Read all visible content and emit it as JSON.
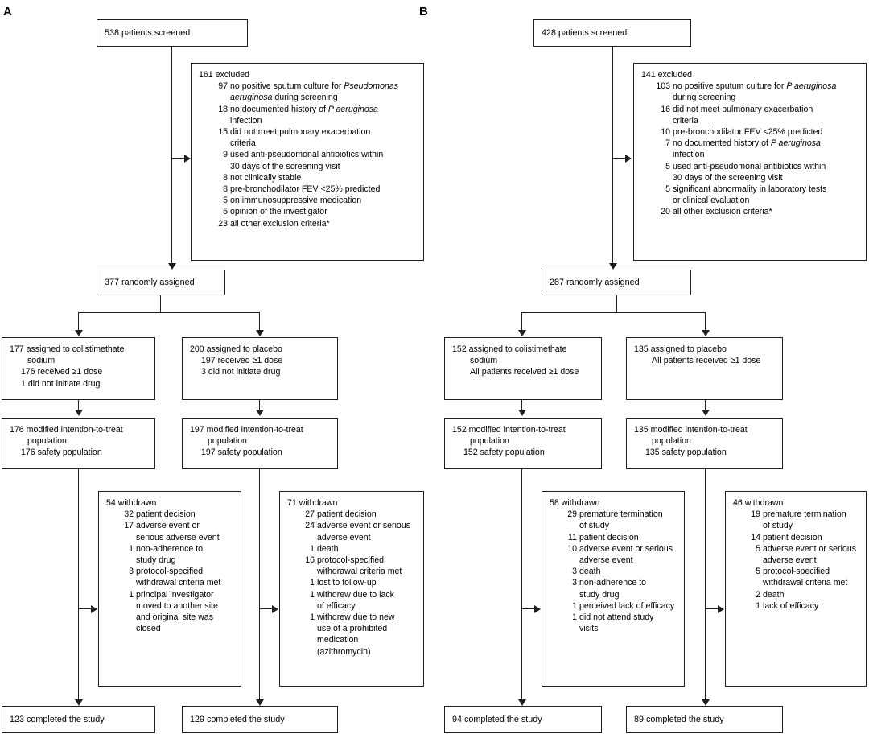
{
  "panels": [
    {
      "label": "A",
      "screened": {
        "text": "538 patients screened"
      },
      "excluded": {
        "header": "161 excluded",
        "items": [
          {
            "n": "97",
            "lines": [
              "no positive sputum culture for Pseudomonas",
              "aeruginosa during screening"
            ],
            "italic_words": [
              "Pseudomonas",
              "aeruginosa"
            ]
          },
          {
            "n": "18",
            "lines": [
              "no documented history of P aeruginosa",
              "infection"
            ],
            "italic_words": [
              "P aeruginosa"
            ]
          },
          {
            "n": "15",
            "lines": [
              "did not meet pulmonary exacerbation",
              "criteria"
            ]
          },
          {
            "n": "9",
            "lines": [
              "used anti-pseudomonal antibiotics within",
              "30 days of the screening visit"
            ]
          },
          {
            "n": "8",
            "lines": [
              "not clinically stable"
            ]
          },
          {
            "n": "8",
            "lines": [
              "pre-bronchodilator FEV <25% predicted"
            ]
          },
          {
            "n": "5",
            "lines": [
              "on immunosuppressive medication"
            ]
          },
          {
            "n": "5",
            "lines": [
              "opinion of the investigator"
            ]
          },
          {
            "n": "23",
            "lines": [
              "all other exclusion criteria*"
            ]
          }
        ]
      },
      "randomised": {
        "text": "377 randomly assigned"
      },
      "arms": [
        {
          "assigned": [
            "177 assigned to colistimethate",
            "sodium",
            "176 received ≥1 dose",
            "1 did not initiate drug"
          ],
          "mitt": [
            "176 modified intention-to-treat",
            "population",
            "176 safety population"
          ],
          "withdrawn_header": "54 withdrawn",
          "withdrawn_items": [
            {
              "n": "32",
              "lines": [
                "patient decision"
              ]
            },
            {
              "n": "17",
              "lines": [
                "adverse event or",
                "serious adverse event"
              ]
            },
            {
              "n": "1",
              "lines": [
                "non-adherence to",
                "study drug"
              ]
            },
            {
              "n": "3",
              "lines": [
                "protocol-specified",
                "withdrawal criteria met"
              ]
            },
            {
              "n": "1",
              "lines": [
                "principal investigator",
                "moved to another site",
                "and original site was",
                "closed"
              ]
            }
          ],
          "completed": "123 completed the study"
        },
        {
          "assigned": [
            "200 assigned to placebo",
            "197 received ≥1 dose",
            "3 did not initiate drug"
          ],
          "mitt": [
            "197 modified intention-to-treat",
            "population",
            "197 safety population"
          ],
          "withdrawn_header": "71 withdrawn",
          "withdrawn_items": [
            {
              "n": "27",
              "lines": [
                "patient decision"
              ]
            },
            {
              "n": "24",
              "lines": [
                "adverse event or serious",
                "adverse event"
              ]
            },
            {
              "n": "1",
              "lines": [
                "death"
              ]
            },
            {
              "n": "16",
              "lines": [
                "protocol-specified",
                "withdrawal criteria met"
              ]
            },
            {
              "n": "1",
              "lines": [
                "lost to follow-up"
              ]
            },
            {
              "n": "1",
              "lines": [
                "withdrew due to lack",
                "of efficacy"
              ]
            },
            {
              "n": "1",
              "lines": [
                "withdrew due to new",
                "use of a prohibited",
                "medication",
                "(azithromycin)"
              ]
            }
          ],
          "completed": "129 completed the study"
        }
      ]
    },
    {
      "label": "B",
      "screened": {
        "text": "428 patients screened"
      },
      "excluded": {
        "header": "141 excluded",
        "items": [
          {
            "n": "103",
            "lines": [
              "no positive sputum culture for P aeruginosa",
              "during screening"
            ],
            "italic_words": [
              "P aeruginosa"
            ]
          },
          {
            "n": "16",
            "lines": [
              "did not meet pulmonary exacerbation",
              "criteria"
            ]
          },
          {
            "n": "10",
            "lines": [
              "pre-bronchodilator FEV <25% predicted"
            ]
          },
          {
            "n": "7",
            "lines": [
              "no documented history of P aeruginosa",
              "infection"
            ],
            "italic_words": [
              "P aeruginosa"
            ]
          },
          {
            "n": "5",
            "lines": [
              "used anti-pseudomonal antibiotics within",
              "30 days of the screening visit"
            ]
          },
          {
            "n": "5",
            "lines": [
              "significant abnormality in laboratory tests",
              "or clinical evaluation"
            ]
          },
          {
            "n": "20",
            "lines": [
              "all other exclusion criteria*"
            ]
          }
        ]
      },
      "randomised": {
        "text": "287 randomly assigned"
      },
      "arms": [
        {
          "assigned": [
            "152 assigned to colistimethate",
            "sodium",
            "All patients received ≥1 dose"
          ],
          "mitt": [
            "152 modified intention-to-treat",
            "population",
            "152 safety population"
          ],
          "withdrawn_header": "58 withdrawn",
          "withdrawn_items": [
            {
              "n": "29",
              "lines": [
                "premature termination",
                "of study"
              ]
            },
            {
              "n": "11",
              "lines": [
                "patient decision"
              ]
            },
            {
              "n": "10",
              "lines": [
                "adverse event or serious",
                "adverse event"
              ]
            },
            {
              "n": "3",
              "lines": [
                "death"
              ]
            },
            {
              "n": "3",
              "lines": [
                "non-adherence to",
                "study drug"
              ]
            },
            {
              "n": "1",
              "lines": [
                "perceived lack of efficacy"
              ]
            },
            {
              "n": "1",
              "lines": [
                "did not attend study",
                "visits"
              ]
            }
          ],
          "completed": "94 completed the study"
        },
        {
          "assigned": [
            "135 assigned to placebo",
            "All patients received ≥1 dose"
          ],
          "mitt": [
            "135 modified intention-to-treat",
            "population",
            "135 safety population"
          ],
          "withdrawn_header": "46 withdrawn",
          "withdrawn_items": [
            {
              "n": "19",
              "lines": [
                "premature termination",
                "of study"
              ]
            },
            {
              "n": "14",
              "lines": [
                "patient decision"
              ]
            },
            {
              "n": "5",
              "lines": [
                "adverse event or serious",
                "adverse event"
              ]
            },
            {
              "n": "5",
              "lines": [
                "protocol-specified",
                "withdrawal criteria met"
              ]
            },
            {
              "n": "2",
              "lines": [
                "death"
              ]
            },
            {
              "n": "1",
              "lines": [
                "lack of efficacy"
              ]
            }
          ],
          "completed": "89 completed the study"
        }
      ]
    }
  ],
  "colors": {
    "stroke": "#231f20",
    "background": "#ffffff"
  }
}
